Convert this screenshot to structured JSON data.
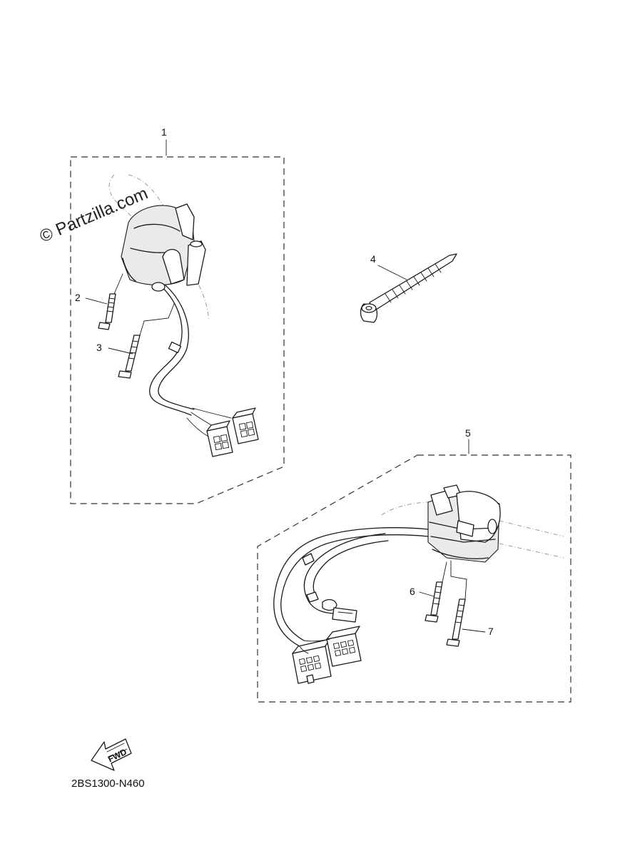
{
  "watermark": "© Partzilla.com",
  "diagram_code": "2BS1300-N460",
  "direction_label": "FWD",
  "callouts": [
    {
      "id": "callout-1",
      "text": "1"
    },
    {
      "id": "callout-2",
      "text": "2"
    },
    {
      "id": "callout-3",
      "text": "3"
    },
    {
      "id": "callout-4",
      "text": "4"
    },
    {
      "id": "callout-5",
      "text": "5"
    },
    {
      "id": "callout-6",
      "text": "6"
    },
    {
      "id": "callout-7",
      "text": "7"
    }
  ]
}
